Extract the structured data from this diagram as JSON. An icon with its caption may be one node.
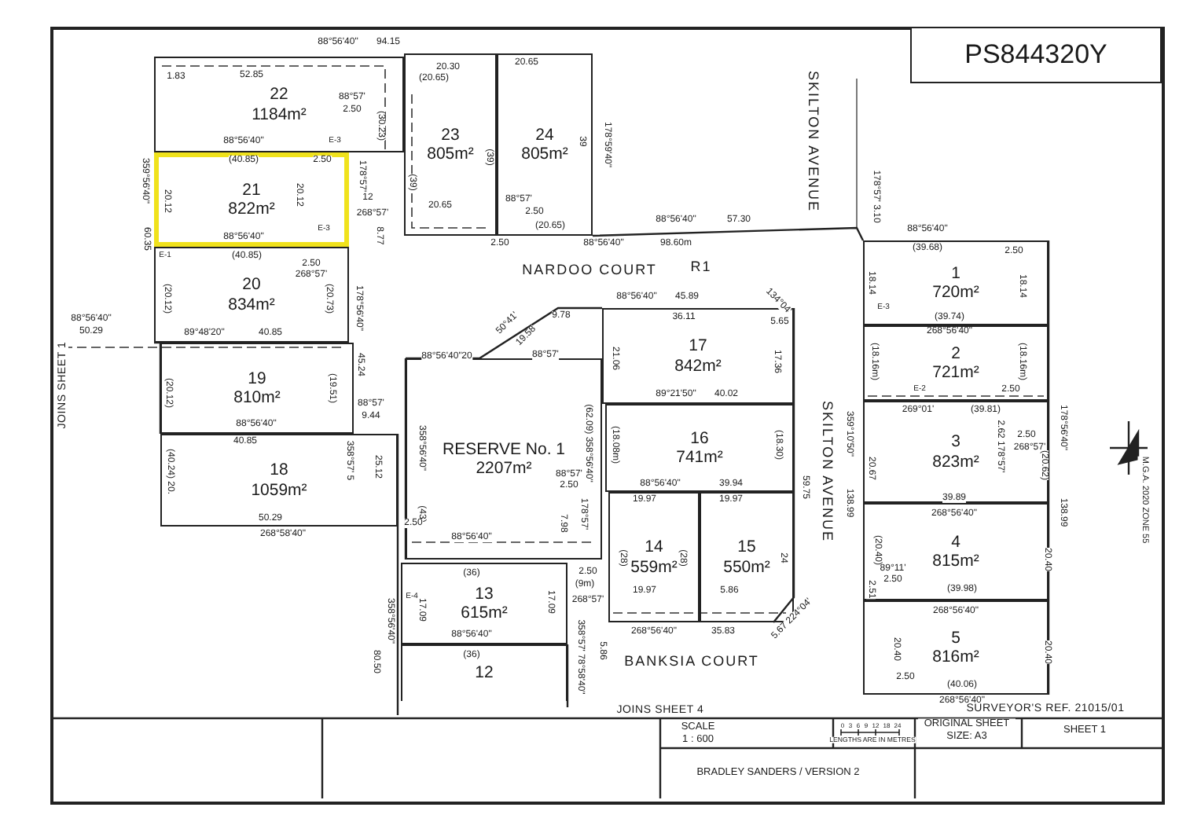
{
  "diagram": {
    "nodes": [
      {
        "text": [
          "22",
          "1184m²"
        ]
      },
      {
        "text": [
          "21",
          "822m²"
        ]
      },
      {
        "text": [
          "20",
          "834m²"
        ]
      },
      {
        "text": [
          "19",
          "810m²"
        ]
      },
      {
        "text": [
          "18",
          "1059m²"
        ]
      },
      {
        "text": [
          "23",
          "805m²"
        ]
      },
      {
        "text": [
          "24",
          "805m²"
        ]
      },
      {
        "text": [
          "17",
          "842m²"
        ]
      },
      {
        "text": [
          "RESERVE No. 1",
          "2207m²"
        ]
      },
      {
        "text": [
          "16",
          "741m²"
        ]
      },
      {
        "text": [
          "14",
          "559m²"
        ]
      },
      {
        "text": [
          "15",
          "550m²"
        ]
      },
      {
        "text": [
          "13",
          "615m²"
        ]
      },
      {
        "text": [
          "12"
        ]
      },
      {
        "text": [
          "1",
          "720m²"
        ]
      },
      {
        "text": [
          "2",
          "721m²"
        ]
      },
      {
        "text": [
          "3",
          "823m²"
        ]
      },
      {
        "text": [
          "4",
          "815m²"
        ]
      },
      {
        "text": [
          "5",
          "816m²"
        ]
      },
      {
        "text": [
          "PS844320Y"
        ]
      }
    ],
    "edges": [],
    "labels": [
      "88°56'40\"",
      "94.15",
      "1.83",
      "52.85",
      "88°57'",
      "2.50",
      "(30.23)",
      "88°56'40\"",
      "(40.85)",
      "2.50",
      "20.12",
      "178°57'",
      "12",
      "268°57'",
      "8.77",
      "88°56'40\"",
      "(40.85)",
      "359°56'40\"",
      "60.35",
      "20.12",
      "2.50",
      "268°57'",
      "(20.73)",
      "178°56'40\"",
      "(20.12)",
      "88°56'40\"",
      "50.29",
      "89°48'20\"",
      "40.85",
      "45.24",
      "(20.12)",
      "(19.51)",
      "88°57'",
      "9.44",
      "88°56'40\"",
      "40.85",
      "358°57' 5",
      "25.12",
      "(40.24) 20.",
      "50.29",
      "268°58'40\"",
      "20.30",
      "(20.65)",
      "20.65",
      "(39)",
      "(39)",
      "39",
      "178°59'40\"",
      "20.65",
      "88°57'",
      "2.50",
      "(20.65)",
      "2.50",
      "88°56'40\"",
      "98.60m",
      "88°56'40\"",
      "57.30",
      "NARDOO COURT",
      "R1",
      "SKILTON AVENUE",
      "178°57' 3.10",
      "88°56'40\"",
      "45.89",
      "36.11",
      "134°04'",
      "5.65",
      "50°41'",
      "19.58",
      "9.78",
      "88°56'40\"",
      "20",
      "88°57'",
      "21.06",
      "17.36",
      "89°21'50\"",
      "40.02",
      "(18.08m)",
      "(18.30)",
      "88°56'40\"",
      "39.94",
      "19.97",
      "19.97",
      "(28)",
      "(28)",
      "24",
      "19.97",
      "5.86",
      "268°56'40\"",
      "35.83",
      "5.67 224°04'",
      "BANKSIA COURT",
      "SKILTON AVENUE",
      "359°10'50\"",
      "138.99",
      "59.75",
      "(62.09) 358°56'40\"",
      "88°57'",
      "2.50",
      "(43)",
      "358°56'40\"",
      "88°56'40\"",
      "7.98",
      "178°57'",
      "(36)",
      "17.09",
      "17.09",
      "88°56'40\"",
      "(36)",
      "2.50",
      "(9m)",
      "268°57'",
      "5.86",
      "358°57' 78°58'40\"",
      "358°56'40\"",
      "80.50",
      "2.50",
      "88°56'40\"",
      "(39.68)",
      "18.14",
      "18.14",
      "2.50",
      "(39.74)",
      "268°56'40\"",
      "(18.16m)",
      "(18.16m)",
      "2.50",
      "269°01'",
      "(39.81)",
      "2.62 178°57'",
      "2.50",
      "268°57'",
      "(20.62)",
      "178°56'40\"",
      "20.67",
      "39.89",
      "268°56'40\"",
      "(20.40)",
      "89°11'",
      "2.50",
      "(39.98)",
      "138.99",
      "20.40",
      "2.51",
      "268°56'40\"",
      "20.40",
      "2.50",
      "(40.06)",
      "268°56'40\"",
      "20.40",
      "JOINS SHEET 1",
      "JOINS SHEET 4",
      "M.G.A. 2020 ZONE 55",
      "SURVEYOR'S REF. 21015/01",
      "SCALE",
      "1 : 600",
      "0",
      "3",
      "6",
      "9",
      "12",
      "18",
      "24",
      "LENGTHS ARE IN METRES",
      "ORIGINAL SHEET SIZE: A3",
      "SHEET 1",
      "BRADLEY SANDERS / VERSION 2",
      "E-3",
      "E-3",
      "E-1",
      "E-3",
      "E-2",
      "E-4"
    ]
  }
}
